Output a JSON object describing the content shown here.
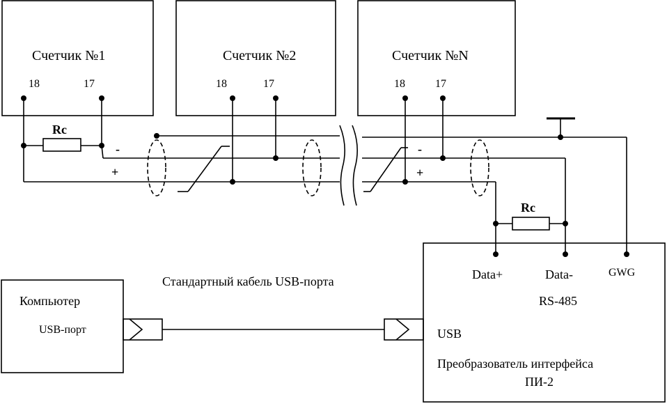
{
  "meters": {
    "m1": {
      "title": "Счетчик №1",
      "t18": "18",
      "t17": "17"
    },
    "m2": {
      "title": "Счетчик №2",
      "t18": "18",
      "t17": "17"
    },
    "mN": {
      "title": "Счетчик №N",
      "t18": "18",
      "t17": "17"
    }
  },
  "resistors": {
    "left": "Rc",
    "right": "Rc"
  },
  "line_signs": {
    "minus_left": "-",
    "plus_left": "+",
    "minus_right": "-",
    "plus_right": "+"
  },
  "cable_label": "Стандартный кабель USB-порта",
  "computer": {
    "title": "Компьютер",
    "port": "USB-порт"
  },
  "converter": {
    "data_plus": "Data+",
    "data_minus": "Data-",
    "gwg": "GWG",
    "rs485": "RS-485",
    "usb": "USB",
    "name": "Преобразователь интерфейса",
    "model": "ПИ-2"
  }
}
